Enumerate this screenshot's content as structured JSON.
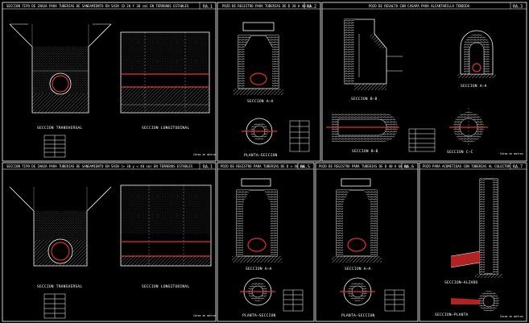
{
  "sheets": [
    {
      "id": "s1",
      "title": "SECCION TIPO DE ZANJA PARA TUBERIAS DE SANEAMIENTO EN SAIN (D 20 Y 30 cm) EN TERRENOS ESTABLES",
      "code": "RA.1"
    },
    {
      "id": "s2",
      "title": "POZO DE REGISTRO PARA TUBERIAS DE D 20 A 40 cm",
      "code": "RA.2"
    },
    {
      "id": "s3",
      "title": "POZO DE RESALTO CON CASAPA PARA ALCANTARILLA TENDIDA",
      "code": "RA.3"
    },
    {
      "id": "s4",
      "title": "SECCION TIPO DE ZANJA PARA TUBERIAS DE SANEAMIENTO EN SAIN (> 30 y < 40 cm) EN TERRENOS ESTABLES",
      "code": "RA.1"
    },
    {
      "id": "s5",
      "title": "POZO DE REGISTRO PARA TUBERIAS DE D > 40 cm",
      "code": "RA.5"
    },
    {
      "id": "s6",
      "title": "POZO DE REGISTRO PARA TUBERIAS DE D 40 A 60 cm",
      "code": "RA.6"
    },
    {
      "id": "s7",
      "title": "POZO PARA ACOMETIDAS CON TUBERIAS AL COLECTOR",
      "code": "RA.7"
    }
  ],
  "captions": {
    "s1_transversal": "SECCION TRANSVERSAL",
    "s1_longitudinal": "SECCION LONGITUDINAL",
    "s2_seccion": "SECCION A—A",
    "s2_planta": "PLANTA—SECCION",
    "s3_bb": "SECCION B—B",
    "s3_aa": "SECCION A—A",
    "s3_bb2": "SECCION B—B",
    "s3_cc": "SECCION C—C",
    "s4_transversal": "SECCION TRANSVERSAL",
    "s4_longitudinal": "SECCION LONGITUDINAL",
    "s5_seccion": "SECCION A—A",
    "s5_planta": "PLANTA—SECCION",
    "s6_seccion": "SECCION A—A",
    "s6_planta": "PLANTA—SECCION",
    "s7_alzado": "SECCION—ALZADO",
    "s7_planta": "SECCION—PLANTA"
  },
  "notes": {
    "cotas": "Cotas en metros"
  },
  "colors": {
    "background": "#000000",
    "linework": "#ffffff",
    "pipe": "#e03030"
  }
}
